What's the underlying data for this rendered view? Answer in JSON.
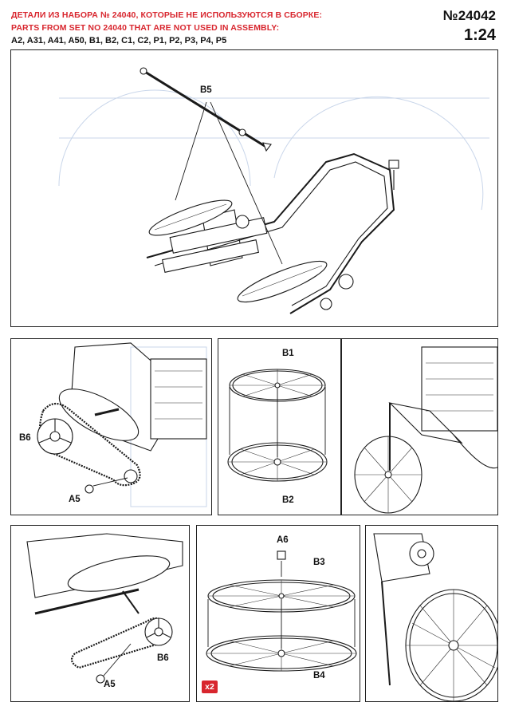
{
  "header": {
    "title_ru": "ДЕТАЛИ ИЗ НАБОРА № 24040, КОТОРЫЕ НЕ ИСПОЛЬЗУЮТСЯ В СБОРКЕ:",
    "title_en": "PARTS FROM SET NO 24040 THAT ARE NOT USED IN ASSEMBLY:",
    "parts_list": "A2, A31, A41, A50, B1, B2, C1, C2, P1, P2, P3, P4, P5",
    "set_number": "№24042",
    "scale": "1:24"
  },
  "panels": {
    "top": {
      "labels": {
        "b5": "B5"
      }
    },
    "mid_left": {
      "labels": {
        "b6": "B6",
        "a5": "A5"
      }
    },
    "mid_center": {
      "labels": {
        "b1": "B1",
        "b2": "B2"
      }
    },
    "bottom_left": {
      "labels": {
        "b6": "B6",
        "a5": "A5"
      }
    },
    "bottom_center": {
      "labels": {
        "a6": "A6",
        "b3": "B3",
        "b4": "B4"
      },
      "multiplier": "x2"
    }
  },
  "colors": {
    "accent": "#d8262e",
    "ink": "#111111",
    "ghost": "#c9d6ea"
  }
}
